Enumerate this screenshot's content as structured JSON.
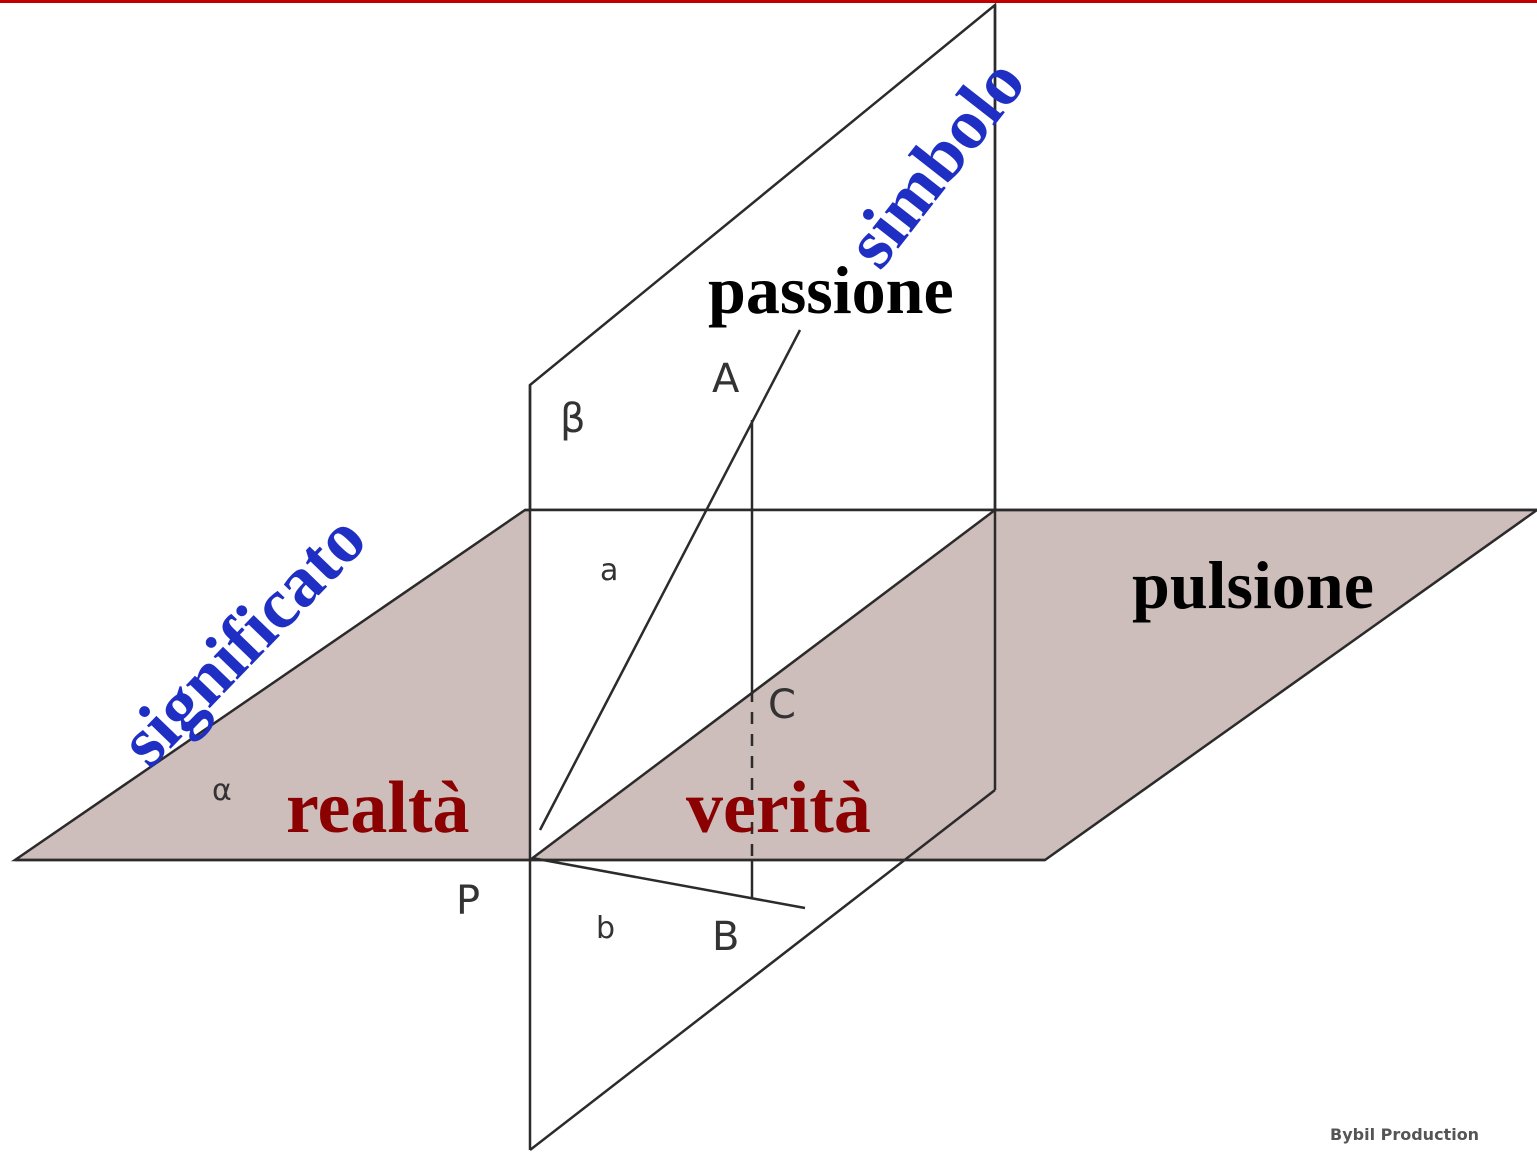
{
  "planes": {
    "horizontal_letter": "α",
    "vertical_letter": "β"
  },
  "points": {
    "A": "A",
    "B": "B",
    "C": "C",
    "P": "P"
  },
  "lines": {
    "a": "a",
    "b": "b"
  },
  "labels": {
    "simbolo": "simbolo",
    "significato": "significato",
    "passione": "passione",
    "pulsione": "pulsione",
    "realta": "realtà",
    "verita": "verità"
  },
  "credit": "Bybil Production",
  "colors": {
    "accent_bar": "#c00000",
    "plane_fill": "#cdbdbb",
    "blue_labels": "#1f2fc4",
    "red_labels": "#8b0000"
  }
}
